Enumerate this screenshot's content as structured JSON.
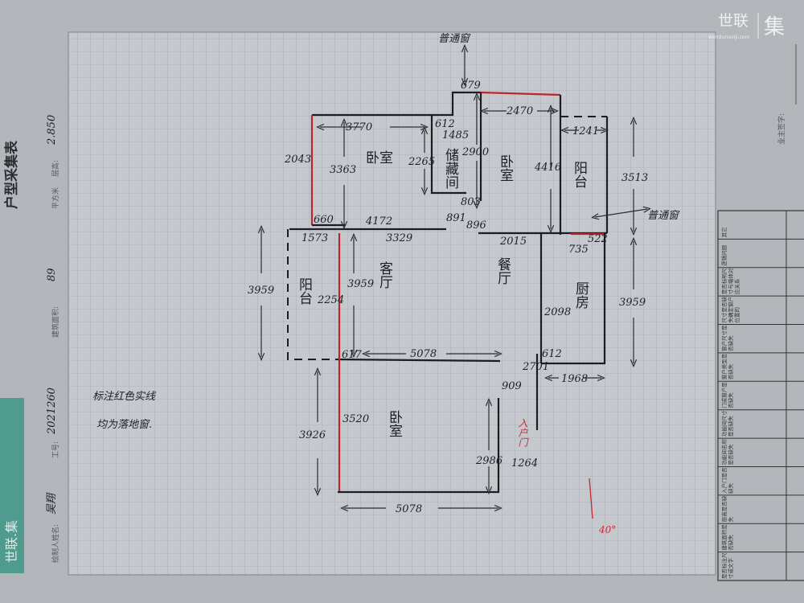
{
  "header": {
    "form_title": "户型采集表",
    "surveyor_label": "绘制人姓名:",
    "surveyor_value": "吴翔",
    "job_no_label": "工号:",
    "job_no_value": "2021260",
    "area_label": "建筑面积:",
    "area_value": "89",
    "area_unit": "平方米",
    "floor_height_label": "层高:",
    "floor_height_value": "2.850",
    "brand_strip": "世联.集"
  },
  "watermark": {
    "logo": "世联",
    "url": "worldunionji.com",
    "mark": "集"
  },
  "owner_signature_label": "业主签字:",
  "checklist": [
    "其它",
    "逻辑问题",
    "是否标明尺寸与墙体对应关系",
    "尺寸是否缺失 确定窗户位置的",
    "窗户尺寸是否缺失",
    "窗户类型是否缺失",
    "门或窗户是否缺失",
    "功能间尺寸是否缺失",
    "功能间名称是否缺失",
    "入户门是否缺失",
    "层高是否缺失",
    "建筑面积是否缺失",
    "是否标注尺寸或文字"
  ],
  "rooms": {
    "bedroom": "卧室",
    "storage": "储藏间",
    "balcony": "阳台",
    "living": "客厅",
    "dining": "餐厅",
    "kitchen": "厨房",
    "entrance": "入户门"
  },
  "window_notes": {
    "top": "普通窗",
    "right": "普通窗"
  },
  "note": [
    "标注红色实线",
    "均为落地窗."
  ],
  "orientation": "40°",
  "dimensions": {
    "d679": "679",
    "d2470": "2470",
    "d3770": "3770",
    "d612a": "612",
    "d1485": "1485",
    "d1241": "1241",
    "d2043": "2043",
    "d3363": "3363",
    "d2265": "2265",
    "d2900": "2900",
    "d4416": "4416",
    "d3513": "3513",
    "d803": "803",
    "d891": "891",
    "d896": "896",
    "d660": "660",
    "d4172": "4172",
    "d1573": "1573",
    "d3329": "3329",
    "d2015": "2015",
    "d735": "735",
    "d522": "522",
    "d3959a": "3959",
    "d3959b": "3959",
    "d3959c": "3959",
    "d2254": "2254",
    "d2098": "2098",
    "d617": "617",
    "d5078a": "5078",
    "d612b": "612",
    "d2701": "2701",
    "d1968": "1968",
    "d909": "909",
    "d3926": "3926",
    "d3520": "3520",
    "d2986": "2986",
    "d1264": "1264",
    "d5078b": "5078"
  }
}
